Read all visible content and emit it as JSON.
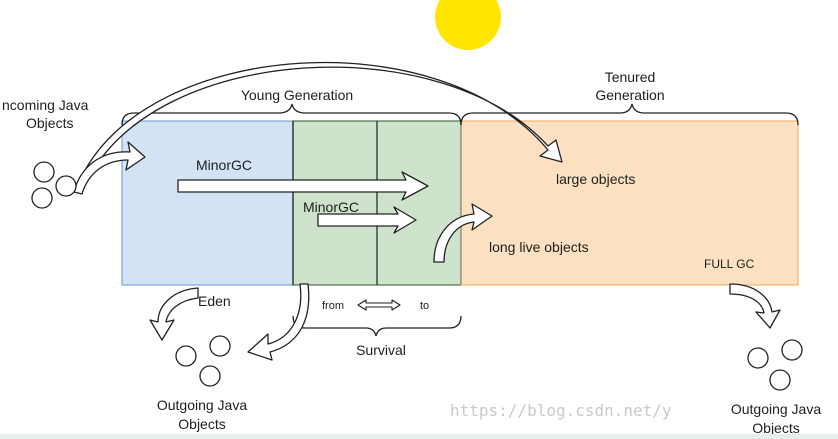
{
  "labels": {
    "incoming_line1": "ncoming Java",
    "incoming_line2": "Objects",
    "young_generation": "Young Generation",
    "tenured_line1": "Tenured",
    "tenured_line2": "Generation",
    "minor_gc_eden": "MinorGC",
    "minor_gc_survivor": "MinorGC",
    "large_objects": "large objects",
    "long_live_objects": "long live objects",
    "full_gc": "FULL GC",
    "eden": "Eden",
    "from": "from",
    "to": "to",
    "survival": "Survival",
    "outgoing_left_line1": "Outgoing Java",
    "outgoing_left_line2": "Objects",
    "outgoing_right_line1": "Outgoing Java",
    "outgoing_right_line2": "Objects",
    "watermark": "https://blog.csdn.net/y"
  },
  "colors": {
    "eden_fill": "#d3e2f5",
    "eden_stroke": "#7ea6d8",
    "survivor_fill": "#cfe2cc",
    "survivor_stroke": "#4f6e4f",
    "tenured_fill": "#fbe1c2",
    "tenured_stroke": "#f3b270",
    "sun": "#ffe600"
  }
}
